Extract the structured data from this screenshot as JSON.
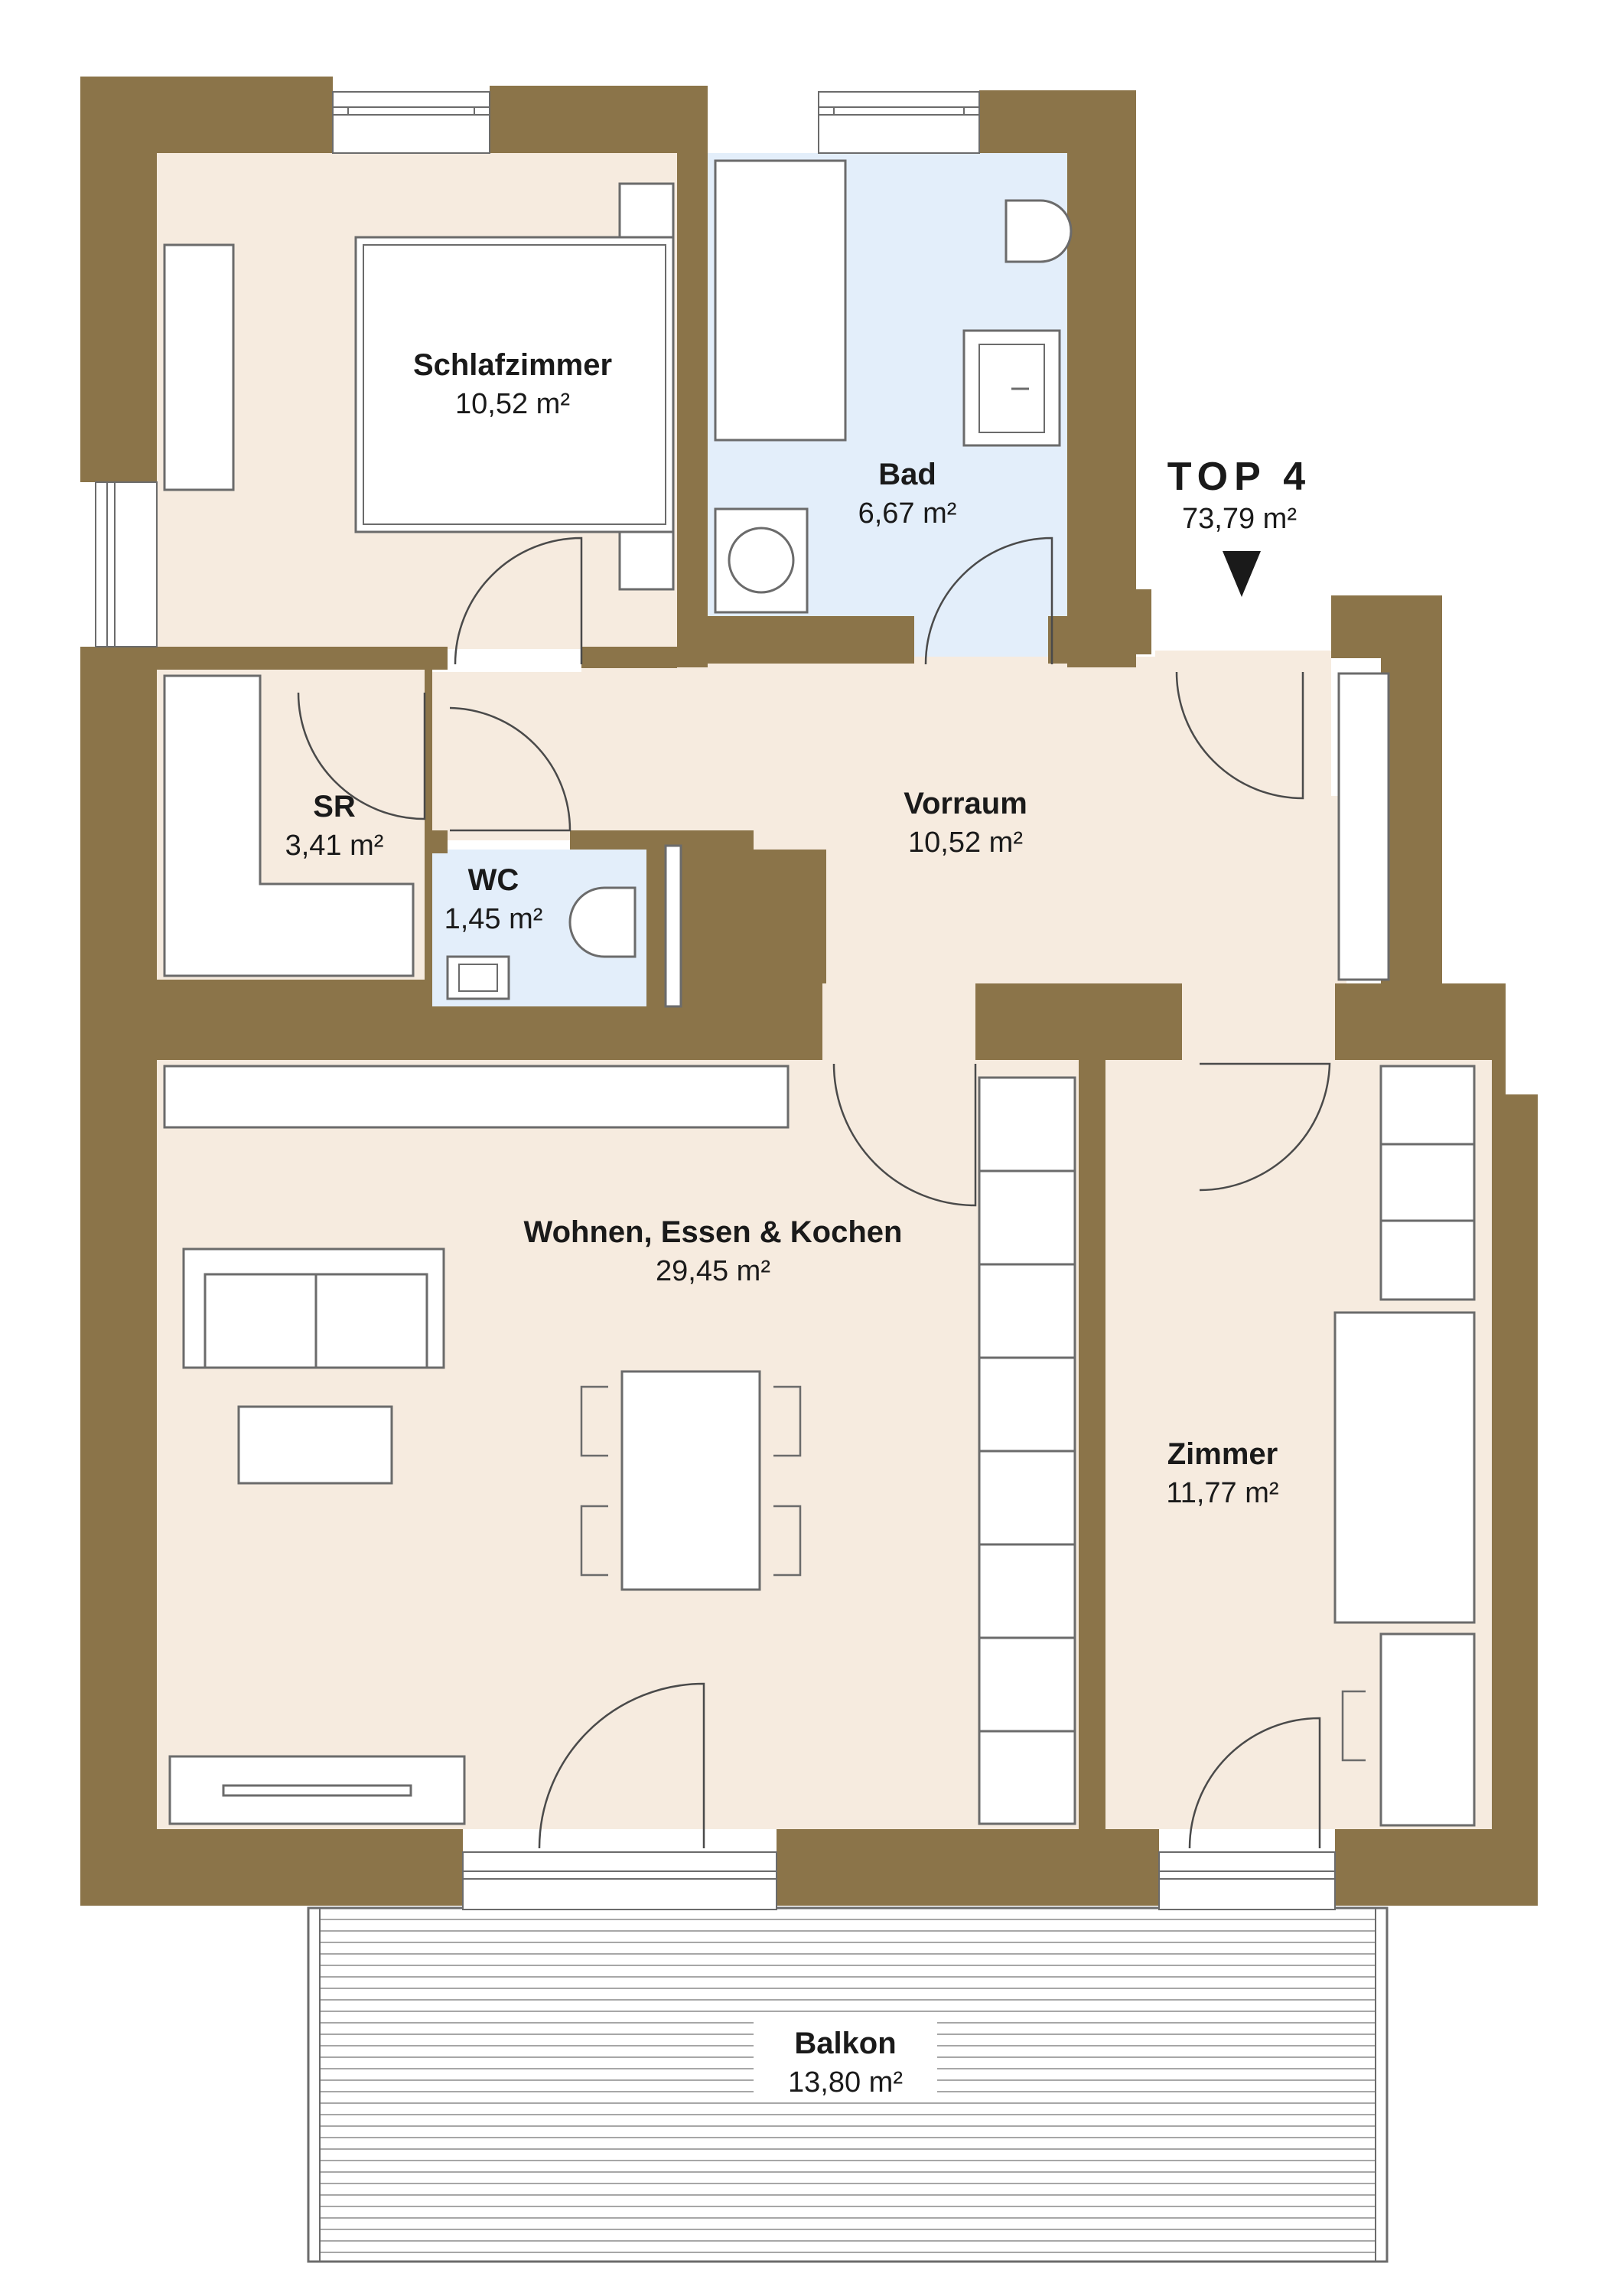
{
  "plan": {
    "unit": {
      "name": "TOP 4",
      "area": "73,79 m²"
    },
    "rooms": {
      "schlafzimmer": {
        "name": "Schlafzimmer",
        "area": "10,52 m²"
      },
      "bad": {
        "name": "Bad",
        "area": "6,67 m²"
      },
      "vorraum": {
        "name": "Vorraum",
        "area": "10,52 m²"
      },
      "sr": {
        "name": "SR",
        "area": "3,41 m²"
      },
      "wc": {
        "name": "WC",
        "area": "1,45 m²"
      },
      "wohnen": {
        "name": "Wohnen, Essen & Kochen",
        "area": "29,45 m²"
      },
      "zimmer": {
        "name": "Zimmer",
        "area": "11,77 m²"
      },
      "balkon": {
        "name": "Balkon",
        "area": "13,80 m²"
      }
    },
    "colors": {
      "wall": "#8b7449",
      "floor": "#f6ebdf",
      "wet_floor": "#e3eefa",
      "furniture": "#ffffff",
      "line": "#6b6b6b",
      "text": "#1a1a1a"
    }
  }
}
